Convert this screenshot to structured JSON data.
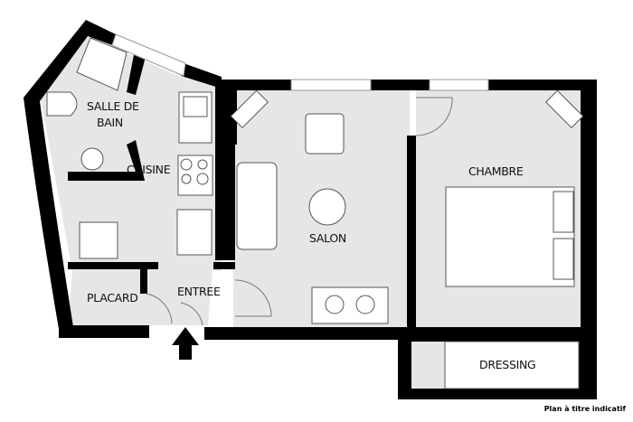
{
  "rooms": {
    "bathroom_line1": "SALLE DE",
    "bathroom_line2": "BAIN",
    "kitchen": "CUISINE",
    "living": "SALON",
    "bedroom": "CHAMBRE",
    "closet": "PLACARD",
    "entrance": "ENTREE",
    "dressing": "DRESSING"
  },
  "note": "Plan à titre indicatif",
  "colors": {
    "wall": "#000000",
    "floor": "#e6e6e6"
  }
}
